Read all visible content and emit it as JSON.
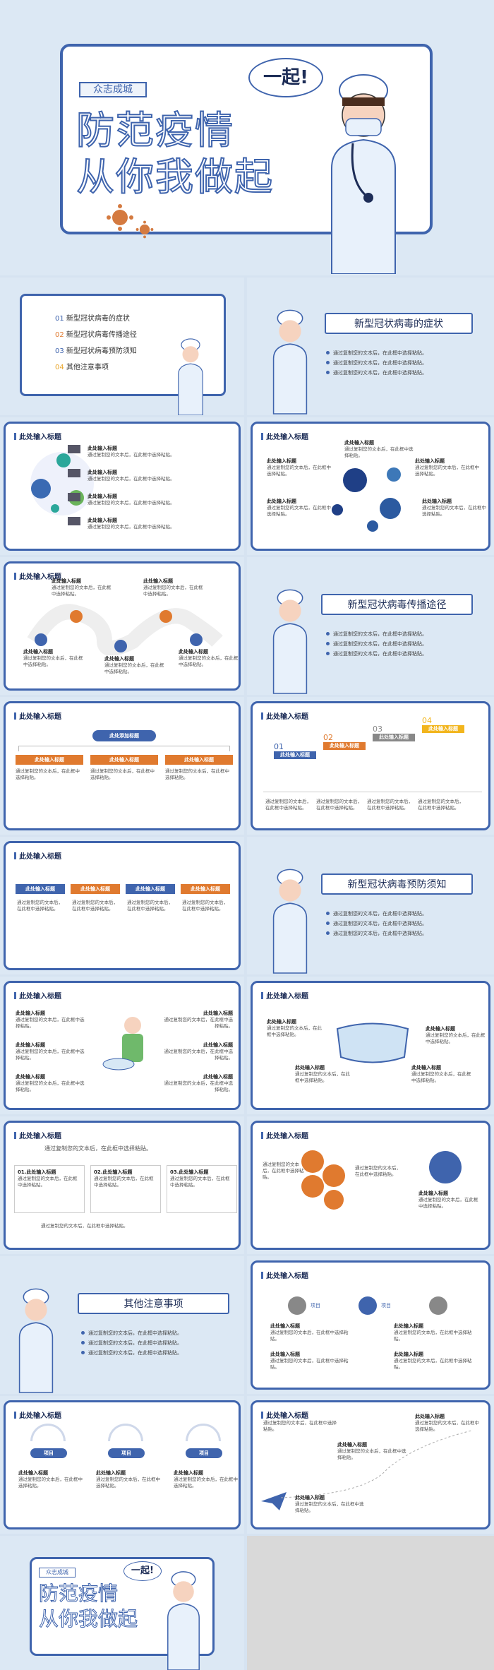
{
  "cover": {
    "brand": "众志成城",
    "title_line1": "防范疫情",
    "title_line2": "从你我做起",
    "bubble": "一起!"
  },
  "toc": {
    "items": [
      {
        "num": "01",
        "label": "新型冠状病毒的症状"
      },
      {
        "num": "02",
        "label": "新型冠状病毒传播途径"
      },
      {
        "num": "03",
        "label": "新型冠状病毒预防须知"
      },
      {
        "num": "04",
        "label": "其他注意事项"
      }
    ]
  },
  "sections": [
    {
      "title": "新型冠状病毒的症状"
    },
    {
      "title": "新型冠状病毒传播途径"
    },
    {
      "title": "新型冠状病毒预防须知"
    },
    {
      "title": "其他注意事项"
    }
  ],
  "common": {
    "slide_title": "此处输入标题",
    "item_title": "此处输入标题",
    "body_short": "通过复制您的文本后，在此框中选择粘贴。",
    "body_two": "通过复制您的文本后，在此框中选择粘贴。",
    "add_title": "此处添加标题",
    "proj": "项目",
    "tab1": "01.此处输入标题",
    "tab2": "02.此处输入标题",
    "tab3": "03.此处输入标题",
    "step1": "01",
    "step2": "02",
    "step3": "03",
    "step4": "04",
    "intro_text": "通过复制您的文本后，在此框中选择粘贴。"
  },
  "colors": {
    "primary": "#3f64ad",
    "accent": "#e07a2f",
    "dark": "#1d2d57",
    "gold": "#f2b51d"
  }
}
